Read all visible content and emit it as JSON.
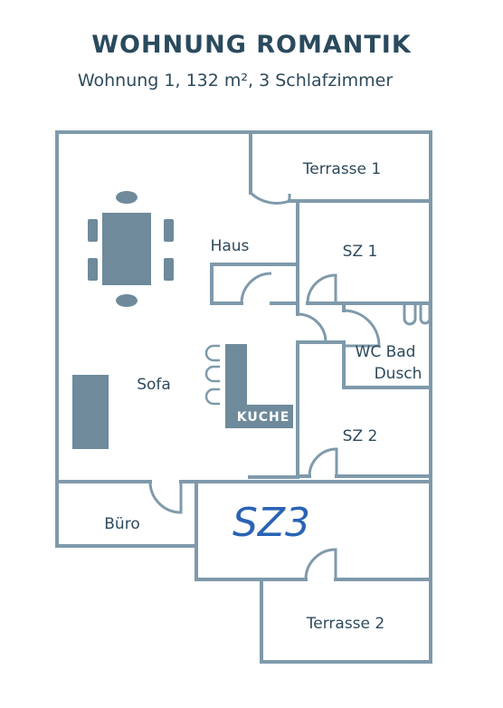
{
  "header": {
    "title": "WOHNUNG ROMANTIK",
    "subtitle": "Wohnung 1, 132 m², 3 Schlafzimmer"
  },
  "rooms": {
    "terrasse1": "Terrasse 1",
    "haus": "Haus",
    "sz1": "SZ 1",
    "wc_line1": "WC Bad",
    "wc_line2": "Dusch",
    "sofa": "Sofa",
    "kuche": "KUCHE",
    "sz2": "SZ 2",
    "buero": "Büro",
    "sz3_handwritten": "SZ3",
    "terrasse2": "Terrasse 2"
  },
  "colors": {
    "wall": "#7f9aab",
    "furniture": "#6e8a9b",
    "text": "#2e4a5c",
    "title": "#2a4a5e",
    "handwriting": "#2a63b5"
  }
}
